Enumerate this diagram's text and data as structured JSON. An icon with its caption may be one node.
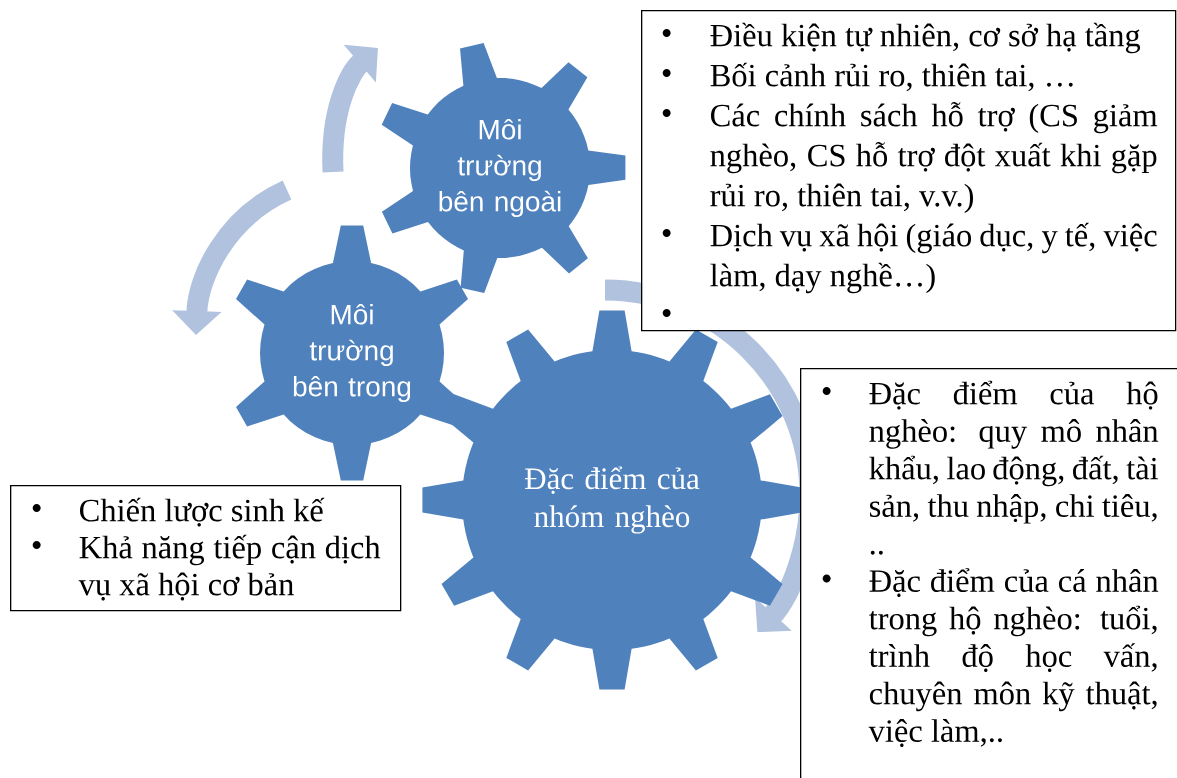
{
  "diagram": {
    "nodes": [
      {
        "text": [
          "Môi trường bên ngoài"
        ]
      },
      {
        "text": [
          "Môi trường bên trong"
        ]
      },
      {
        "text": [
          "Đặc điểm của nhóm nghèo"
        ]
      },
      {
        "text": [
          "Điều kiện tự nhiên, cơ sở hạ tầng",
          "Bối cảnh rủi ro, thiên tai, …",
          "Các chính sách hỗ trợ (CS giảm nghèo, CS hỗ trợ đột xuất khi gặp rủi ro, thiên tai, v.v.)",
          "Dịch vụ xã hội (giáo dục, y tế, việc làm, dạy nghề…)"
        ]
      },
      {
        "text": [
          "Đặc điểm của hộ nghèo: quy mô nhân khẩu, lao động, đất, tài sản, thu nhập, chi tiêu, ..",
          "Đặc điểm của cá nhân trong hộ nghèo: tuổi, trình độ học vấn, chuyên môn kỹ thuật, việc làm,.."
        ]
      },
      {
        "text": [
          "Chiến lược sinh kế",
          "Khả năng tiếp cận dịch vụ xã hội cơ bản"
        ]
      }
    ]
  }
}
